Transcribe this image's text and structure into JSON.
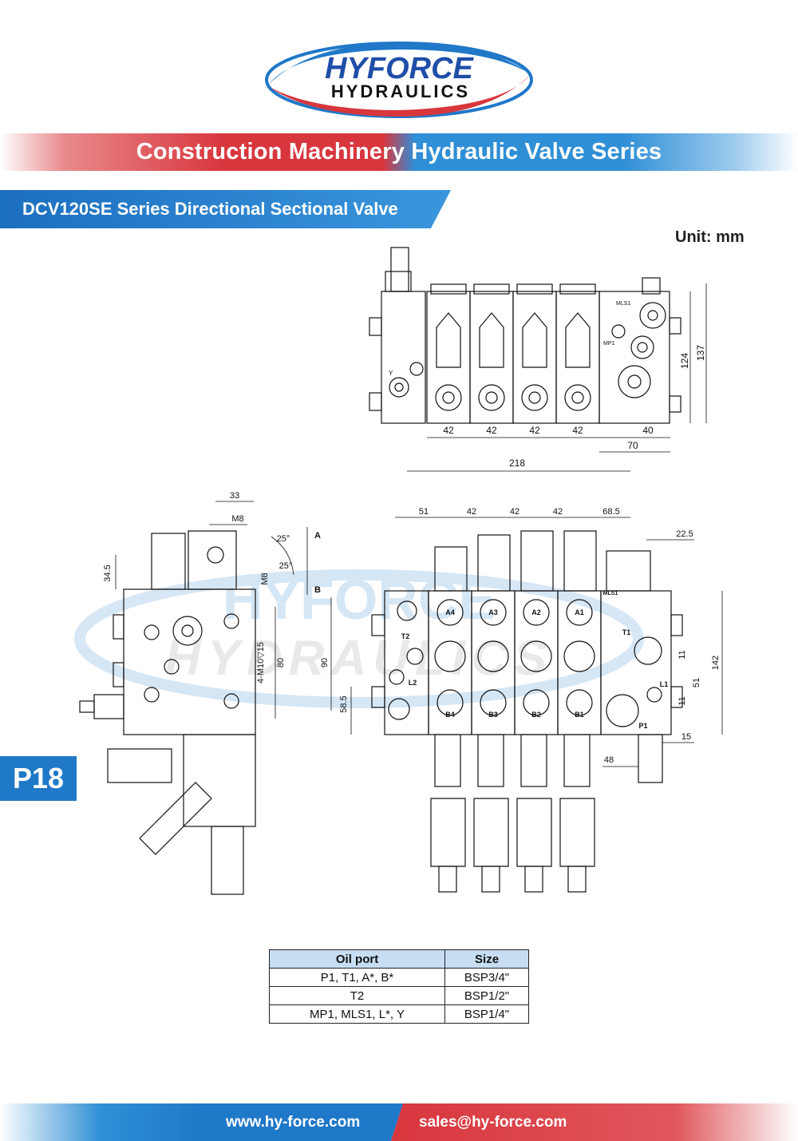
{
  "brand": {
    "line1": "HYFORCE",
    "line2": "HYDRAULICS",
    "colors": {
      "red": "#d8363d",
      "blue": "#1f78c8",
      "navy": "#1b2a6b"
    }
  },
  "series_banner": "Construction Machinery Hydraulic Valve Series",
  "section_title": "DCV120SE Series Directional Sectional Valve",
  "unit_label": "Unit: mm",
  "page_number": "P18",
  "watermark": {
    "line1": "HYFORCE",
    "line2": "HYDRAULICS"
  },
  "drawing": {
    "top_view": {
      "dims": [
        "42",
        "42",
        "42",
        "42",
        "218",
        "40",
        "70",
        "124",
        "137"
      ],
      "labels": [
        "MLS1",
        "MP1",
        "Y"
      ]
    },
    "side_view": {
      "dims": [
        "33",
        "M8",
        "25°",
        "25°",
        "M8",
        "34.5",
        "4-M10▽15",
        "80"
      ],
      "labels": [
        "A",
        "B"
      ]
    },
    "front_view": {
      "dims": [
        "51",
        "42",
        "42",
        "42",
        "68.5",
        "22.5",
        "90",
        "58.5",
        "142",
        "11",
        "51",
        "11",
        "48",
        "15"
      ],
      "ports_a": [
        "A4",
        "A3",
        "A2",
        "A1"
      ],
      "ports_b": [
        "B4",
        "B3",
        "B2",
        "B1"
      ],
      "labels": [
        "T2",
        "L2",
        "T1",
        "L1",
        "P1",
        "MLS1"
      ]
    }
  },
  "spec_table": {
    "headers": [
      "Oil port",
      "Size"
    ],
    "rows": [
      [
        "P1, T1, A*, B*",
        "BSP3/4\""
      ],
      [
        "T2",
        "BSP1/2\""
      ],
      [
        "MP1, MLS1, L*, Y",
        "BSP1/4\""
      ]
    ]
  },
  "footer": {
    "website": "www.hy-force.com",
    "email": "sales@hy-force.com"
  }
}
